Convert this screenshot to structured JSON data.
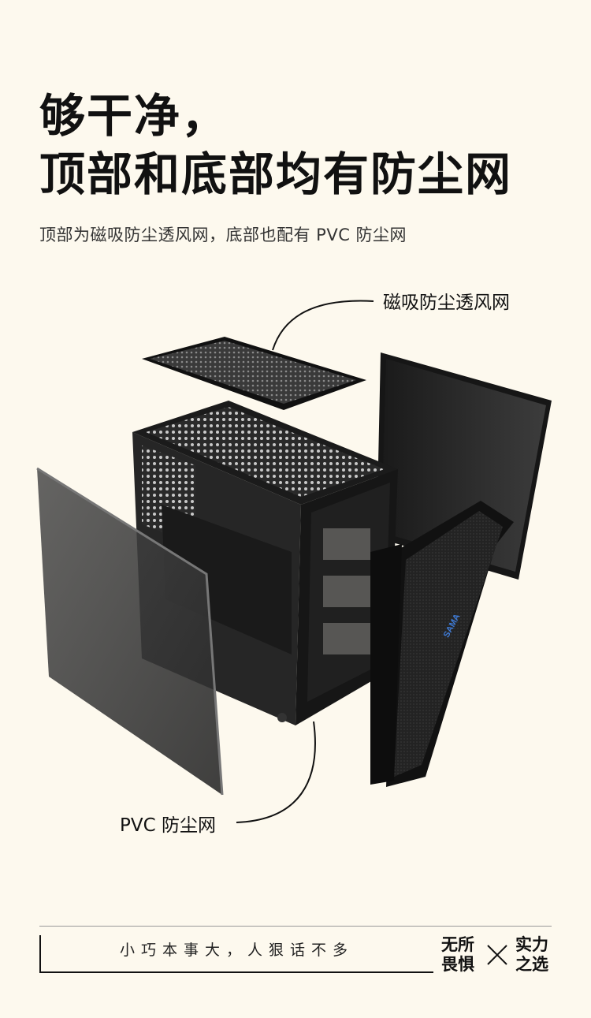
{
  "headline": {
    "line1": "够干净，",
    "line2": "顶部和底部均有防尘网"
  },
  "subline": "顶部为磁吸防尘透风网，底部也配有 PVC 防尘网",
  "callouts": {
    "top": "磁吸防尘透风网",
    "bottom": "PVC 防尘网"
  },
  "product": {
    "front_logo": "SAMA"
  },
  "footer": {
    "slogan": "小巧本事大，人狠话不多",
    "brand_left_1": "无所",
    "brand_left_2": "畏惧",
    "brand_right_1": "实力",
    "brand_right_2": "之选"
  },
  "colors": {
    "background": "#fdf9ee",
    "text": "#111111",
    "case_dark": "#1e1e1e",
    "logo_blue": "#3f7bd6"
  }
}
